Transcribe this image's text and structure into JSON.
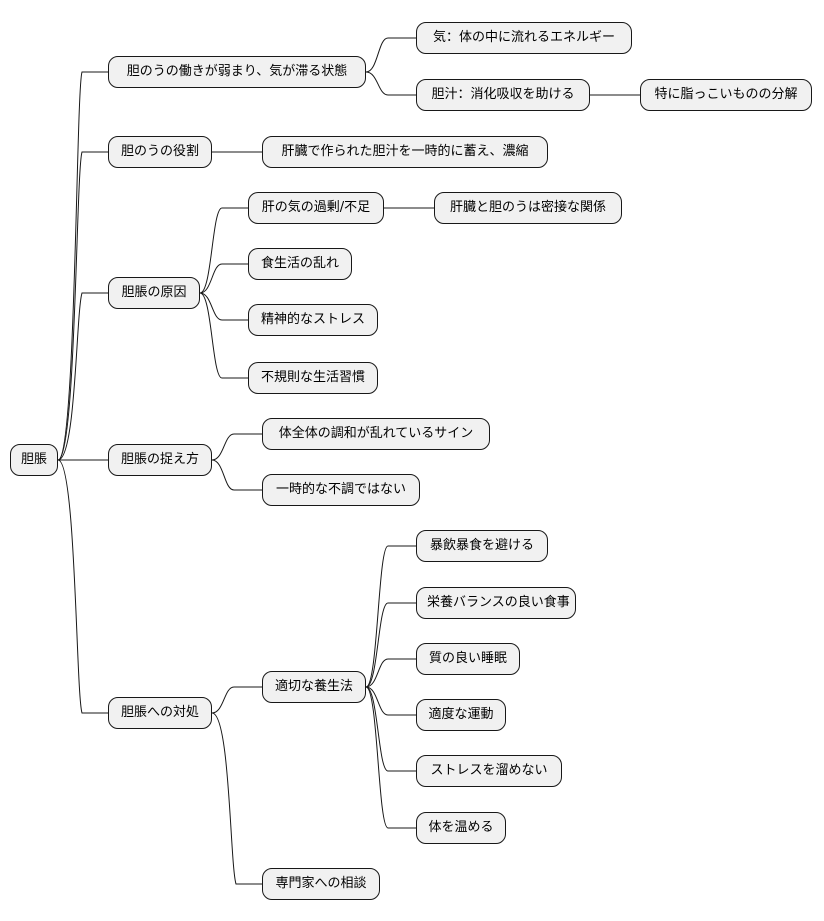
{
  "colors": {
    "node_fill": "#f1f1f1",
    "node_border": "#181818",
    "line": "#181818",
    "text": "#000000",
    "background": "#ffffff"
  },
  "root": {
    "label": "胆脹",
    "children": [
      {
        "label": "胆のうの働きが弱まり、気が滞る状態",
        "children": [
          {
            "label": "気：体の中に流れるエネルギー"
          },
          {
            "label": "胆汁：消化吸収を助ける",
            "children": [
              {
                "label": "特に脂っこいものの分解"
              }
            ]
          }
        ]
      },
      {
        "label": "胆のうの役割",
        "children": [
          {
            "label": "肝臓で作られた胆汁を一時的に蓄え、濃縮"
          }
        ]
      },
      {
        "label": "胆脹の原因",
        "children": [
          {
            "label": "肝の気の過剰/不足",
            "children": [
              {
                "label": "肝臓と胆のうは密接な関係"
              }
            ]
          },
          {
            "label": "食生活の乱れ"
          },
          {
            "label": "精神的なストレス"
          },
          {
            "label": "不規則な生活習慣"
          }
        ]
      },
      {
        "label": "胆脹の捉え方",
        "children": [
          {
            "label": "体全体の調和が乱れているサイン"
          },
          {
            "label": "一時的な不調ではない"
          }
        ]
      },
      {
        "label": "胆脹への対処",
        "children": [
          {
            "label": "適切な養生法",
            "children": [
              {
                "label": "暴飲暴食を避ける"
              },
              {
                "label": "栄養バランスの良い食事"
              },
              {
                "label": "質の良い睡眠"
              },
              {
                "label": "適度な運動"
              },
              {
                "label": "ストレスを溜めない"
              },
              {
                "label": "体を温める"
              }
            ]
          },
          {
            "label": "専門家への相談"
          }
        ]
      }
    ]
  }
}
